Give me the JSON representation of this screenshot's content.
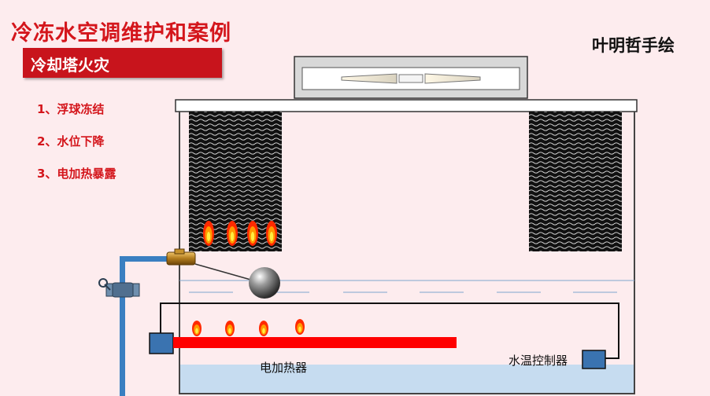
{
  "title": "冷冻水空调维护和案例",
  "subtitle": "冷却塔火灾",
  "author": "叶明哲手绘",
  "causes": [
    "1、浮球冻结",
    "2、水位下降",
    "3、电加热暴露"
  ],
  "labels": {
    "heater": "电加热器",
    "controller": "水温控制器"
  },
  "colors": {
    "accent": "#d4161c",
    "heater": "#ff0000",
    "pipe": "#3a7fc1",
    "water": "#c6dcf0"
  }
}
